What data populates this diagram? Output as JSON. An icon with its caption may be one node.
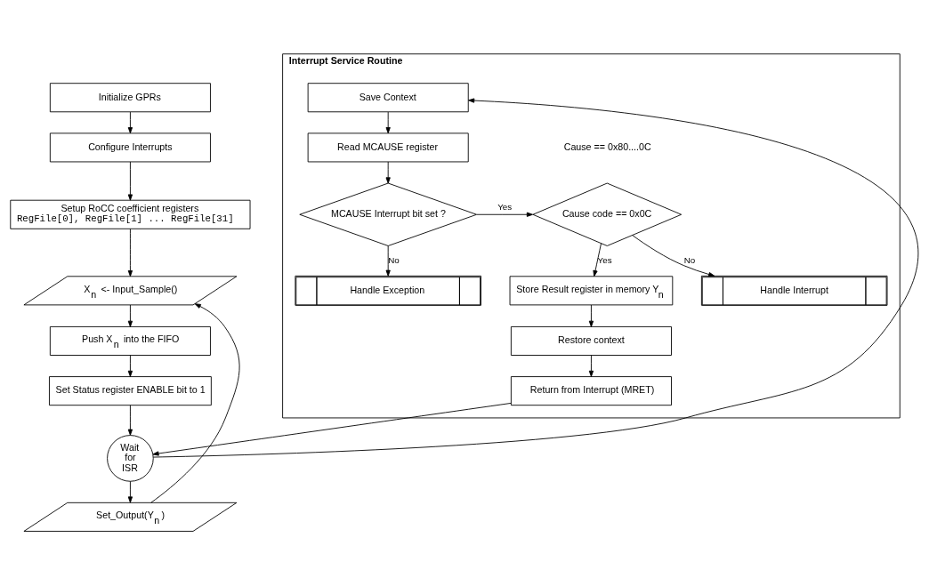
{
  "diagram": {
    "nodes": [
      {
        "text": [
          "Initialize GPRs"
        ]
      },
      {
        "text": [
          "Configure Interrupts"
        ]
      },
      {
        "text": [
          "Setup RoCC coefficient registers",
          "RegFile[0], RegFile[1] ... RegFile[31]"
        ]
      },
      {
        "text": [
          "X$_{n}$ <- Input_Sample()"
        ]
      },
      {
        "text": [
          "Push X$_{n}$ into the FIFO"
        ]
      },
      {
        "text": [
          "Set Status register ENABLE bit to 1"
        ]
      },
      {
        "text": [
          "Wait for ISR"
        ]
      },
      {
        "text": [
          "Set_Output(Y$_{n}$)"
        ]
      },
      {
        "text": [
          "Interrupt Service Routine"
        ]
      },
      {
        "text": [
          "Save Context"
        ],
        "in": 8
      },
      {
        "text": [
          "Read MCAUSE register"
        ],
        "in": 8
      },
      {
        "text": [
          "MCAUSE Interrupt bit set ?"
        ],
        "in": 8
      },
      {
        "text": [
          "Cause code == 0x0C"
        ],
        "in": 8,
        "beside": [
          "Cause == 0x80....0C"
        ]
      },
      {
        "text": [
          "Handle Exception"
        ],
        "in": 8
      },
      {
        "text": [
          "Handle Interrupt"
        ],
        "in": 8
      },
      {
        "text": [
          "Store Result register in memory Y$_{n}$"
        ],
        "in": 8
      },
      {
        "text": [
          "Restore context"
        ],
        "in": 8
      },
      {
        "text": [
          "Return from Interrupt (MRET)"
        ],
        "in": 8
      }
    ],
    "edges": [
      {
        "from": 0,
        "to": 1,
        "arrow": "to"
      },
      {
        "from": 1,
        "to": 2,
        "arrow": "to"
      },
      {
        "from": 2,
        "to": 3,
        "arrow": "to"
      },
      {
        "from": 3,
        "to": 4,
        "arrow": "to"
      },
      {
        "from": 4,
        "to": 5,
        "arrow": "to"
      },
      {
        "from": 5,
        "to": 6,
        "arrow": "to"
      },
      {
        "from": 6,
        "to": 9,
        "arrow": "to"
      },
      {
        "from": 9,
        "to": 10,
        "arrow": "to"
      },
      {
        "from": 10,
        "to": 11,
        "arrow": "to"
      },
      {
        "from": 11,
        "to": 12,
        "arrow": "to",
        "label": "Yes"
      },
      {
        "from": 11,
        "to": 13,
        "arrow": "to",
        "label": "No"
      },
      {
        "from": 12,
        "to": 15,
        "arrow": "to",
        "label": "Yes"
      },
      {
        "from": 12,
        "to": 14,
        "arrow": "to",
        "label": "No"
      },
      {
        "from": 15,
        "to": 16,
        "arrow": "to"
      },
      {
        "from": 16,
        "to": 17,
        "arrow": "to"
      },
      {
        "from": 17,
        "to": 6,
        "arrow": "to"
      },
      {
        "from": 6,
        "to": 7,
        "arrow": "to"
      },
      {
        "from": 7,
        "to": 3,
        "arrow": "to"
      }
    ]
  }
}
